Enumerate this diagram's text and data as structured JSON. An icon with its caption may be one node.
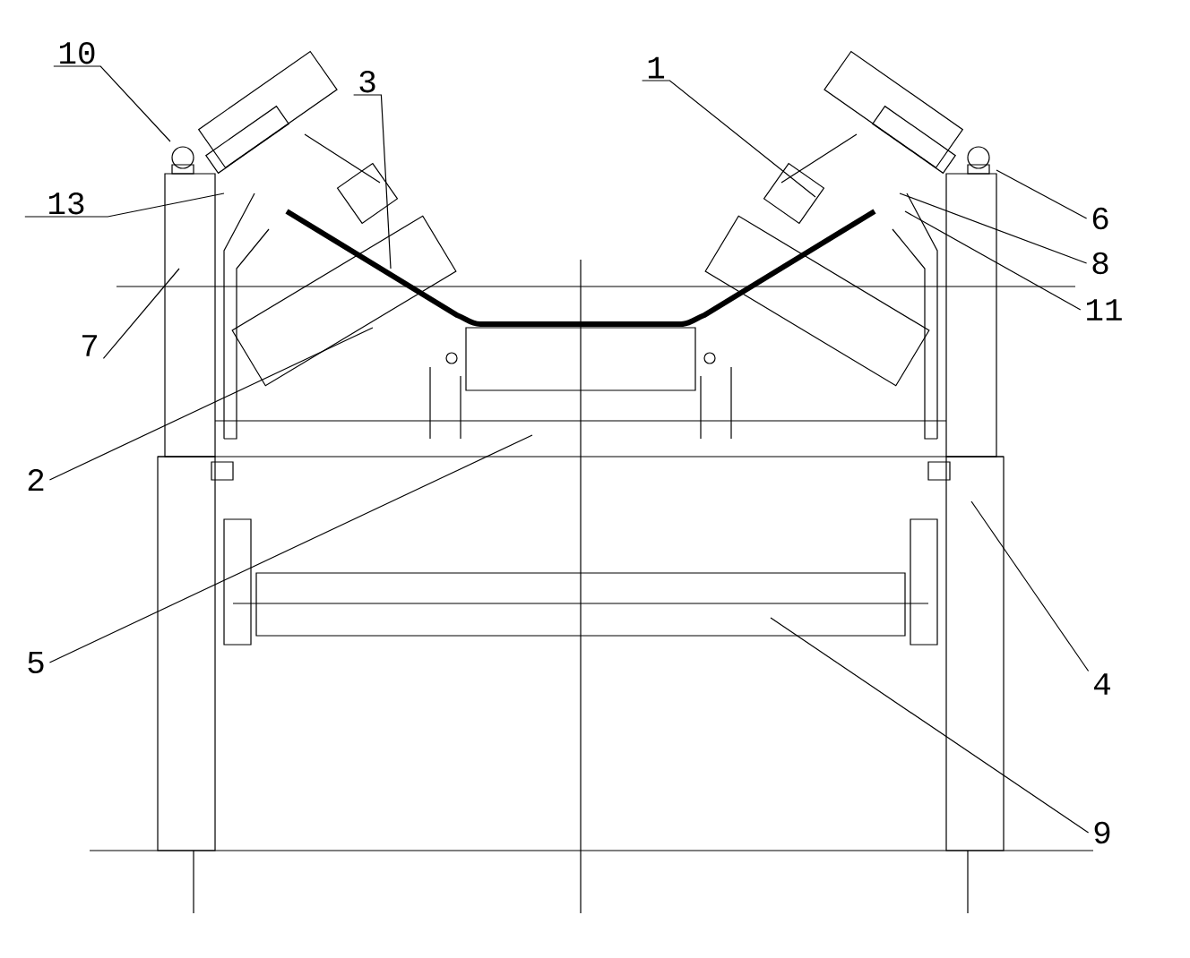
{
  "diagram": {
    "nodes": [
      {
        "text": [
          "10"
        ]
      },
      {
        "text": [
          "3"
        ]
      },
      {
        "text": [
          "1"
        ]
      },
      {
        "text": [
          "13"
        ]
      },
      {
        "text": [
          "6"
        ]
      },
      {
        "text": [
          "8"
        ]
      },
      {
        "text": [
          "7"
        ]
      },
      {
        "text": [
          "11"
        ]
      },
      {
        "text": [
          "2"
        ]
      },
      {
        "text": [
          "5"
        ]
      },
      {
        "text": [
          "4"
        ]
      },
      {
        "text": [
          "9"
        ]
      }
    ],
    "edges": [
      {
        "from": 0,
        "to": null,
        "arrow": "none"
      },
      {
        "from": 1,
        "to": null,
        "arrow": "none"
      },
      {
        "from": 2,
        "to": null,
        "arrow": "none"
      },
      {
        "from": 3,
        "to": null,
        "arrow": "none"
      },
      {
        "from": 4,
        "to": null,
        "arrow": "none"
      },
      {
        "from": 5,
        "to": null,
        "arrow": "none"
      },
      {
        "from": 6,
        "to": null,
        "arrow": "none"
      },
      {
        "from": 7,
        "to": null,
        "arrow": "none"
      },
      {
        "from": 8,
        "to": null,
        "arrow": "none"
      },
      {
        "from": 9,
        "to": null,
        "arrow": "none"
      },
      {
        "from": 10,
        "to": null,
        "arrow": "none"
      },
      {
        "from": 11,
        "to": null,
        "arrow": "none"
      }
    ]
  }
}
